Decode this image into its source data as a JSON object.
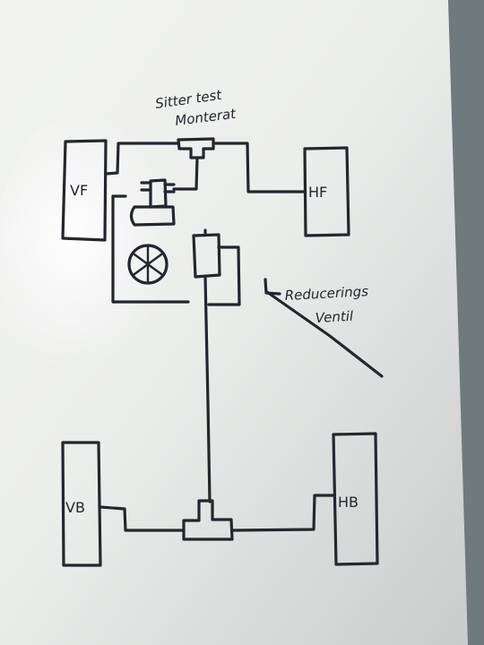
{
  "wheels": {
    "front_left": "VF",
    "front_right": "HF",
    "rear_left": "VB",
    "rear_right": "HB"
  },
  "annotations": {
    "top_line1": "Sitter test",
    "top_line2": "Monterat",
    "valve_line1": "Reducerings",
    "valve_line2": "Ventil"
  },
  "colors": {
    "ink": "#23262e",
    "paper": "#eef0ee",
    "background": "#6f7a7d"
  }
}
